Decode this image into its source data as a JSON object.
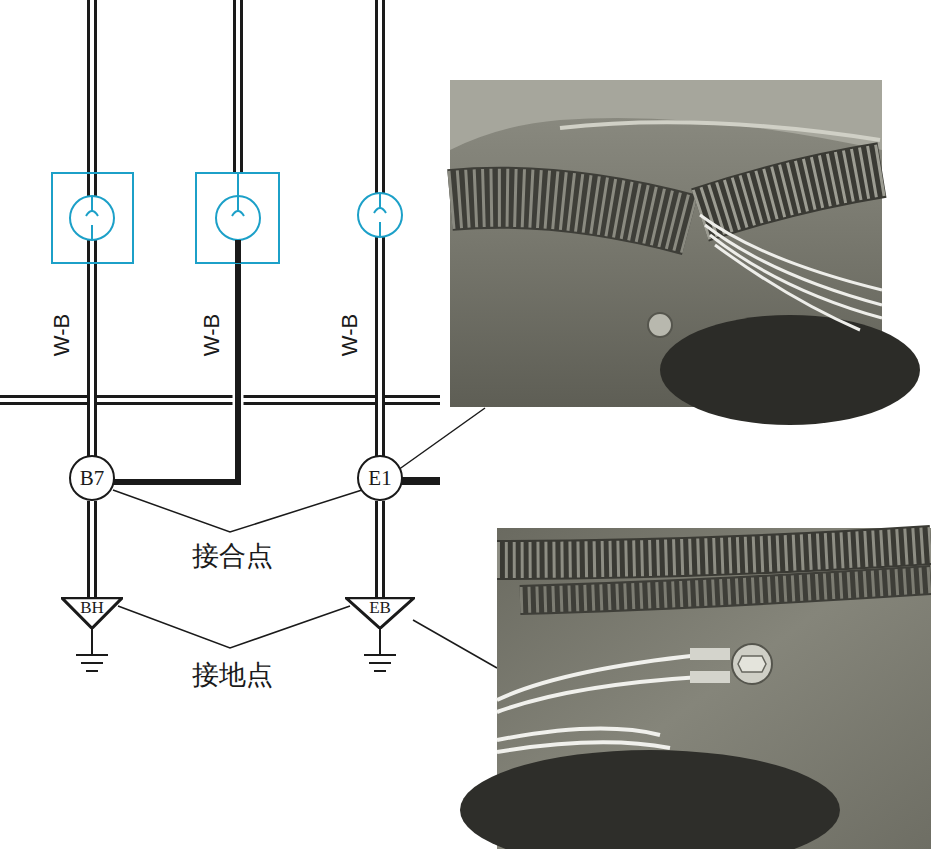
{
  "diagram": {
    "nodes": [
      {
        "text": [
          "B7"
        ]
      },
      {
        "text": [
          "E1"
        ]
      },
      {
        "text": [
          "BH"
        ]
      },
      {
        "text": [
          "EB"
        ]
      }
    ],
    "edges": [
      {
        "from": 0,
        "to": 2,
        "arrow": "none"
      },
      {
        "from": 1,
        "to": 3,
        "arrow": "none"
      }
    ],
    "labels": [
      "W-B",
      "W-B",
      "W-B",
      "接合点",
      "接地点"
    ]
  }
}
